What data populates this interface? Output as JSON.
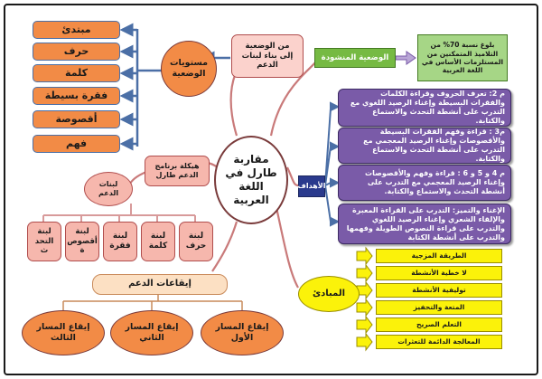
{
  "diagram": {
    "center": "مقاربة\nطارل في\nاللغة\nالعربية",
    "levels": {
      "title": "مستويات\nالوضعية",
      "items": [
        "مبتدئ",
        "حرف",
        "كلمة",
        "فقرة بسيطة",
        "أقصوصة",
        "فهم"
      ]
    },
    "situation_note": "من الوضعية\nإلى بناء لبنات\nالدعم",
    "target_situation": "الوضعية المنشودة",
    "target_goal": "بلوغ نسبة 70% من التلاميذ المتمكنين من المستلزمات الأساس في اللغة العربية",
    "objectives": {
      "title": "الأهداف",
      "items": [
        "م 2: تعرف الحروف وقراءة الكلمات والفقرات البسيطة وإغناء الرصيد اللغوي مع التدرب على أنشطة التحدث والاستماع والكتابة.",
        "م3 : قراءة وفهم الفقرات البسيطة والأقصوصات وإغناء الرصيد المعجمي مع التدرب على أنشطة التحدث والاستماع والكتابة.",
        "م 4 و 5 و 6 : قراءة وفهم والأقصوصات وإغناء الرصيد المعجمي مع التدرب على أنشطة التحدث والاستماع والكتابة.",
        "الإغناء والتميز: التدرب على القراءة المعبرة والإلقاء الشعري وإغناء الرصيد اللغوي والتدرب على قراءة النصوص الطويلة وفهمها والتدرب على أنشطة الكتابة"
      ]
    },
    "principles": {
      "title": "المبادئ",
      "items": [
        "الطريقة المزجية",
        "لا خطية الأنشطة",
        "توليفية الأنشطة",
        "المتعة والتحفيز",
        "التعلم الصريح",
        "المعالجة الدائمة للتعثرات"
      ]
    },
    "program_structure": "هيكلة برنامج\nالدعم طارل",
    "support_blocks": {
      "title": "لبنات\nالدعم",
      "items": [
        "لبنة\nحرف",
        "لبنة\nكلمة",
        "لبنة\nفقرة",
        "لبنة\nأقصوص\nة",
        "لبنة\nالتحد\nث"
      ]
    },
    "rhythms": {
      "title": "إيقاعات الدعم",
      "items": [
        "إيقاع المسار\nالأول",
        "إيقاع المسار\nالثاني",
        "إيقاع المسار\nالثالث"
      ]
    }
  },
  "colors": {
    "orange": "#f28b46",
    "purple": "#7a5ba8",
    "yellow": "#fbf20a",
    "pink": "#fbd2cc",
    "green": "#76ba43",
    "blue_arrow": "#4b6fa6",
    "branch": "#b04d4d"
  }
}
